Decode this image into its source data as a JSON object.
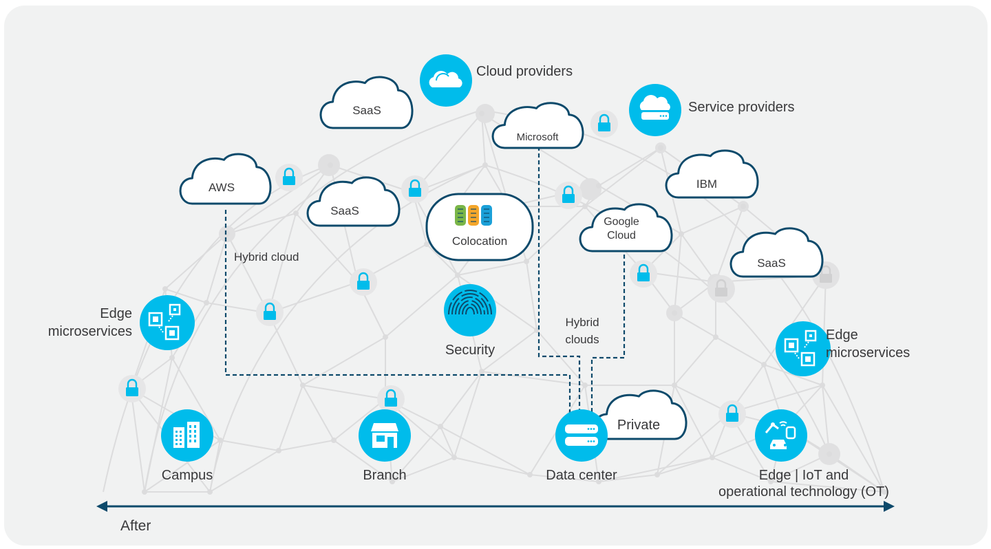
{
  "colors": {
    "background": "#f1f2f2",
    "accent": "#00bceb",
    "cloud_stroke": "#0d4a6b",
    "dashed_path": "#0d4a6b",
    "mesh": "#dcdcdd",
    "text": "#39393b"
  },
  "axis": {
    "label": "After"
  },
  "icon_nodes": [
    {
      "id": "cloud-providers",
      "icon": "cloud-icon",
      "label": "Cloud providers"
    },
    {
      "id": "service-providers",
      "icon": "cloud-server-icon",
      "label": "Service providers"
    },
    {
      "id": "security",
      "icon": "fingerprint-icon",
      "label": "Security"
    },
    {
      "id": "edge-left",
      "icon": "microservices-icon",
      "label_lines": [
        "Edge",
        "microservices"
      ]
    },
    {
      "id": "edge-right",
      "icon": "microservices-icon",
      "label_lines": [
        "Edge",
        "microservices"
      ]
    },
    {
      "id": "campus",
      "icon": "buildings-icon",
      "label": "Campus"
    },
    {
      "id": "branch",
      "icon": "storefront-icon",
      "label": "Branch"
    },
    {
      "id": "data-center",
      "icon": "server-icon",
      "label": "Data center"
    },
    {
      "id": "iot",
      "icon": "iot-devices-icon",
      "label_lines": [
        "Edge | IoT and",
        "operational technology (OT)"
      ]
    }
  ],
  "clouds": [
    {
      "id": "saas-top",
      "lines": [
        "SaaS"
      ]
    },
    {
      "id": "microsoft",
      "lines": [
        "Microsoft"
      ]
    },
    {
      "id": "aws",
      "lines": [
        "AWS"
      ]
    },
    {
      "id": "saas-mid",
      "lines": [
        "SaaS"
      ]
    },
    {
      "id": "ibm",
      "lines": [
        "IBM"
      ]
    },
    {
      "id": "google",
      "lines": [
        "Google",
        "Cloud"
      ]
    },
    {
      "id": "saas-right",
      "lines": [
        "SaaS"
      ]
    },
    {
      "id": "private",
      "lines": [
        "Private"
      ]
    },
    {
      "id": "colocation",
      "lines": [
        "Colocation"
      ]
    }
  ],
  "annotations": {
    "hybrid_cloud": "Hybrid cloud",
    "hybrid_clouds": [
      "Hybrid",
      "clouds"
    ]
  },
  "lock_count": 12
}
